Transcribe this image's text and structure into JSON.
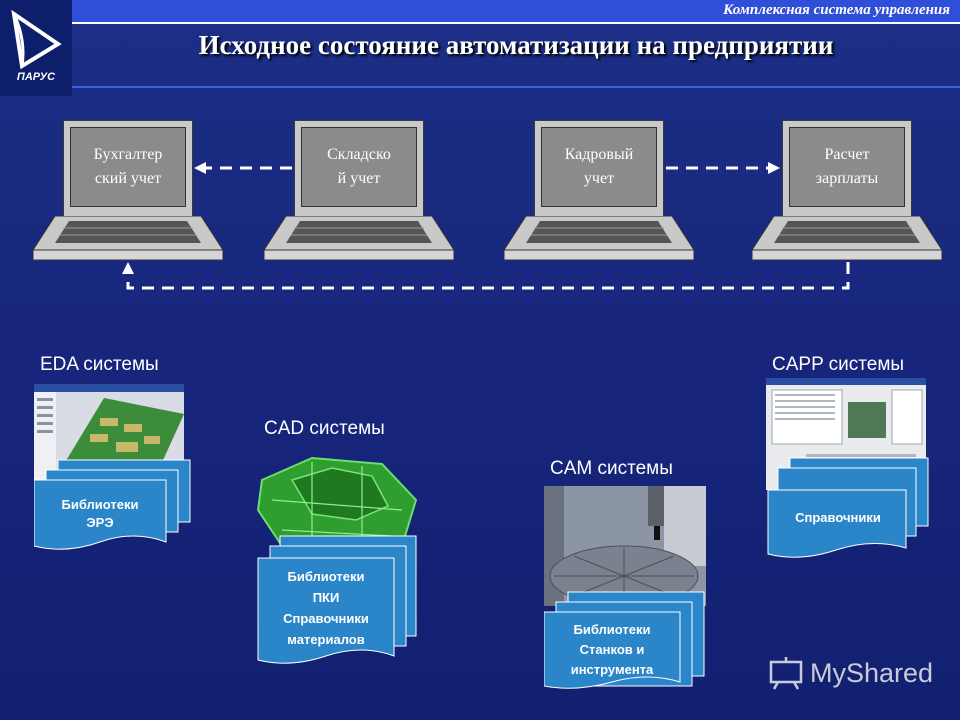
{
  "header": {
    "brand": "Комплексная система управления",
    "title": "Исходное состояние автоматизации на предприятии",
    "logo_text": "ПАРУС"
  },
  "laptops": [
    {
      "line1": "Бухгалтер",
      "line2": "ский учет"
    },
    {
      "line1": "Складско",
      "line2": "й учет"
    },
    {
      "line1": "Кадровый",
      "line2": "учет"
    },
    {
      "line1": "Расчет",
      "line2": "зарплаты"
    }
  ],
  "sections": {
    "eda": {
      "label": "EDA системы",
      "doc": [
        "Библиотеки",
        "ЭРЭ"
      ]
    },
    "cad": {
      "label": "CAD системы",
      "doc": [
        "Библиотеки",
        "ПКИ",
        "Справочники",
        "материалов"
      ]
    },
    "cam": {
      "label": "CAM системы",
      "doc": [
        "Библиотеки",
        "Станков и",
        "инструмента"
      ]
    },
    "capp": {
      "label": "CAPP системы",
      "doc": [
        "Справочники"
      ]
    }
  },
  "watermark": "MyShared",
  "colors": {
    "background": "#16247a",
    "top_bar": "#2f4fd8",
    "doc": "#2a86c8"
  }
}
